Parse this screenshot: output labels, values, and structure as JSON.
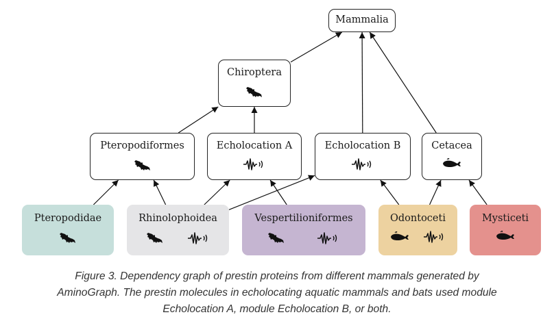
{
  "nodes": {
    "mammalia": {
      "label": "Mammalia"
    },
    "chiroptera": {
      "label": "Chiroptera",
      "icons": [
        "bat-icon"
      ]
    },
    "pteropodiformes": {
      "label": "Pteropodiformes",
      "icons": [
        "bat-icon"
      ]
    },
    "echolocation_a": {
      "label": "Echolocation A",
      "icons": [
        "echolocation-wave-icon"
      ]
    },
    "echolocation_b": {
      "label": "Echolocation B",
      "icons": [
        "echolocation-wave-icon"
      ]
    },
    "cetacea": {
      "label": "Cetacea",
      "icons": [
        "whale-icon"
      ]
    },
    "pteropodidae": {
      "label": "Pteropodidae",
      "icons": [
        "bat-icon"
      ],
      "color": "#c6dfdb"
    },
    "rhinolophoidea": {
      "label": "Rhinolophoidea",
      "icons": [
        "bat-icon",
        "echolocation-wave-icon"
      ],
      "color": "#e5e5e7"
    },
    "vespertilioniformes": {
      "label": "Vespertilioniformes",
      "icons": [
        "bat-icon",
        "echolocation-wave-icon"
      ],
      "color": "#c5b5d1"
    },
    "odontoceti": {
      "label": "Odontoceti",
      "icons": [
        "whale-icon",
        "echolocation-wave-icon"
      ],
      "color": "#edd2a0"
    },
    "mysticeti": {
      "label": "Mysticeti",
      "icons": [
        "whale-icon"
      ],
      "color": "#e4918d"
    }
  },
  "edges": [
    [
      "chiroptera",
      "mammalia"
    ],
    [
      "echolocation_b",
      "mammalia"
    ],
    [
      "cetacea",
      "mammalia"
    ],
    [
      "pteropodiformes",
      "chiroptera"
    ],
    [
      "echolocation_a",
      "chiroptera"
    ],
    [
      "pteropodidae",
      "pteropodiformes"
    ],
    [
      "rhinolophoidea",
      "pteropodiformes"
    ],
    [
      "rhinolophoidea",
      "echolocation_a"
    ],
    [
      "rhinolophoidea",
      "echolocation_b"
    ],
    [
      "vespertilioniformes",
      "echolocation_a"
    ],
    [
      "odontoceti",
      "echolocation_b"
    ],
    [
      "odontoceti",
      "cetacea"
    ],
    [
      "mysticeti",
      "cetacea"
    ]
  ],
  "caption": {
    "line1": "Figure 3. Dependency graph of prestin proteins from different mammals generated by",
    "line2": "AminoGraph. The prestin molecules in echolocating aquatic mammals and bats used module",
    "line3": "Echolocation A, module Echolocation B, or both."
  }
}
